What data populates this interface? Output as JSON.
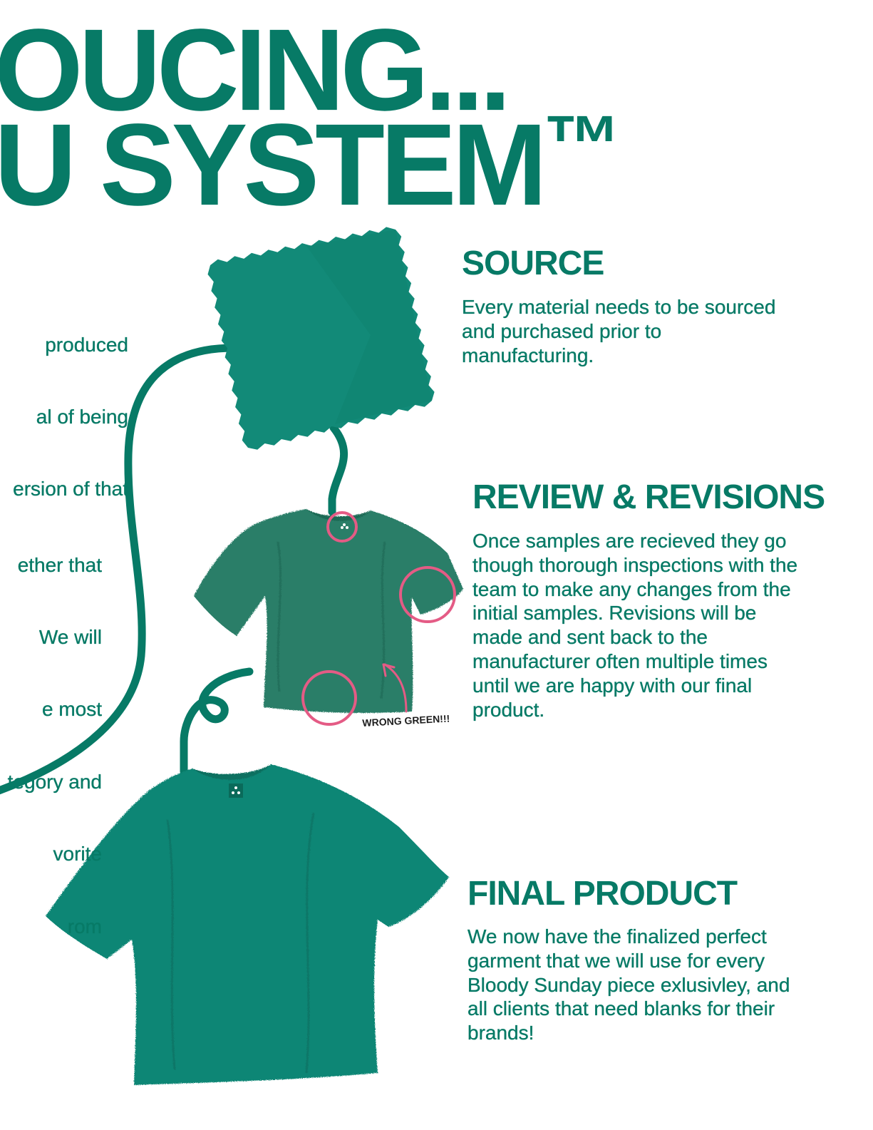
{
  "headline": {
    "line1": "UCING...",
    "line2": "U SYSTEM",
    "trademark": "™"
  },
  "intro_partial": {
    "para1": [
      "produced",
      "al of being",
      "ersion of that"
    ],
    "para2": [
      "ether that",
      "We will",
      "e most",
      "tegory and",
      "vorite",
      "rom"
    ]
  },
  "steps": [
    {
      "title": "SOURCE",
      "body": "Every material needs to be sourced and purchased prior to manufacturing."
    },
    {
      "title": "REVIEW & REVISIONS",
      "body": "Once samples are recieved they go though thorough inspections with the team to make any changes from the initial samples. Revisions will be made and sent back to the manufacturer often multiple times until we are happy with our final product."
    },
    {
      "title": "FINAL PRODUCT",
      "body": "We now have the finalized perfect garment that we will use for every Bloody Sunday piece exlusivley, and all clients that need blanks for their brands!"
    }
  ],
  "annotation": "WRONG GREEN!!!",
  "colors": {
    "brand_green": "#077a66",
    "fabric_swatch": "#128a78",
    "sample_shirt": "#2a7e67",
    "final_shirt": "#0f8675",
    "circle_highlight": "#e45b85",
    "label_dark": "#1e1e1e"
  },
  "icons": [
    "fabric-swatch-image",
    "sample-tshirt-image",
    "final-tshirt-image",
    "star-logo-icon",
    "highlight-circle-icon",
    "arrow-icon"
  ]
}
